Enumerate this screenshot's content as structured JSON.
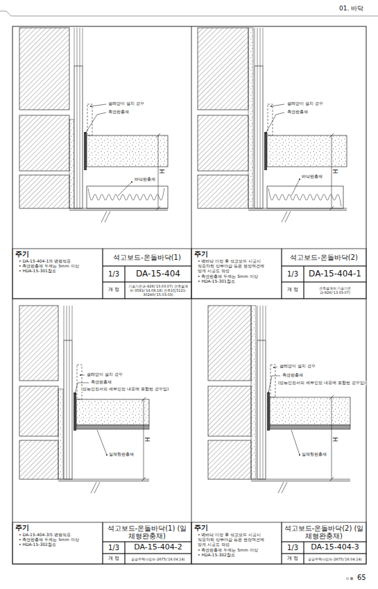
{
  "diagram": {
    "nodes": [
      {
        "text": [
          "주기",
          "• DA-15-404-1과 병행적용",
          "• 측면완충재 두께는 5mm 이상",
          "• HDA-15-301참조"
        ]
      },
      {
        "text": [
          "석고보드-온돌바닥(1)"
        ]
      },
      {
        "text": [
          "1/3"
        ]
      },
      {
        "text": [
          "DA-15-404"
        ]
      },
      {
        "text": [
          "개 정"
        ]
      },
      {
        "text": [
          "기술기준과-926('13.03.07) 건축설계처-3581('14.08.18) 건축1팀5121-30240('15.03.03)"
        ]
      },
      {
        "text": [
          "주기",
          "• 벽바닥 미장 후 석고보드 시공시 적용하되 상부마감 등은 현장여건에 맞게 시공도 작성",
          "• 측면완충재 두께는 5mm 이상",
          "• HDA-15-301참조"
        ]
      },
      {
        "text": [
          "석고보드-온돌바닥(2)"
        ]
      },
      {
        "text": [
          "1/3"
        ]
      },
      {
        "text": [
          "DA-15-404-1"
        ]
      },
      {
        "text": [
          "개 정"
        ]
      },
      {
        "text": [
          "건축설계처 기술기준과-926('13.03.07)"
        ]
      },
      {
        "text": [
          "주기",
          "• DA-15-404-3과 병행적용",
          "• 측면완충재 두께는 5mm 이상",
          "• HDA-15-302참조"
        ]
      },
      {
        "text": [
          "석고보드-온돌바닥(1) (일체형완충재)"
        ]
      },
      {
        "text": [
          "1/3"
        ]
      },
      {
        "text": [
          "DA-15-404-2"
        ]
      },
      {
        "text": [
          "개 정"
        ]
      },
      {
        "text": [
          "공공주택사업처-2675('16.04.14)"
        ]
      },
      {
        "text": [
          "주기",
          "• 벽바닥 미장 후 석고보드 시공시 적용하되 상부마감 등은 현장여건에 맞게 시공도 작성",
          "• 측면완충재 두께는 5mm 이상",
          "• HDA-15-302참조"
        ]
      },
      {
        "text": [
          "석고보드-온돌바닥(2) (일체형완충재)"
        ]
      },
      {
        "text": [
          "1/3"
        ]
      },
      {
        "text": [
          "DA-15-404-3"
        ]
      },
      {
        "text": [
          "개 정"
        ]
      },
      {
        "text": [
          "공공주택사업처-2675('16.04.14)"
        ]
      }
    ],
    "labels": [
      "01. 바닥",
      "걸레받이 설치 경우",
      "측면완충재",
      "H",
      "바닥완충재",
      "걸레받이 설치 경우",
      "측면완충재",
      "H",
      "바닥완충재",
      "걸레받이 설치 경우",
      "측면완충재",
      "(성능인정서의 세부인정 내용에 포함된 경우임)",
      "H",
      "일체형완충재",
      "걸레받이 설치 경우",
      "측면완충재",
      "(성능인정서의 세부인정 내용에 포함된 경우임)",
      "H",
      "일체형완충재",
      "65"
    ]
  }
}
